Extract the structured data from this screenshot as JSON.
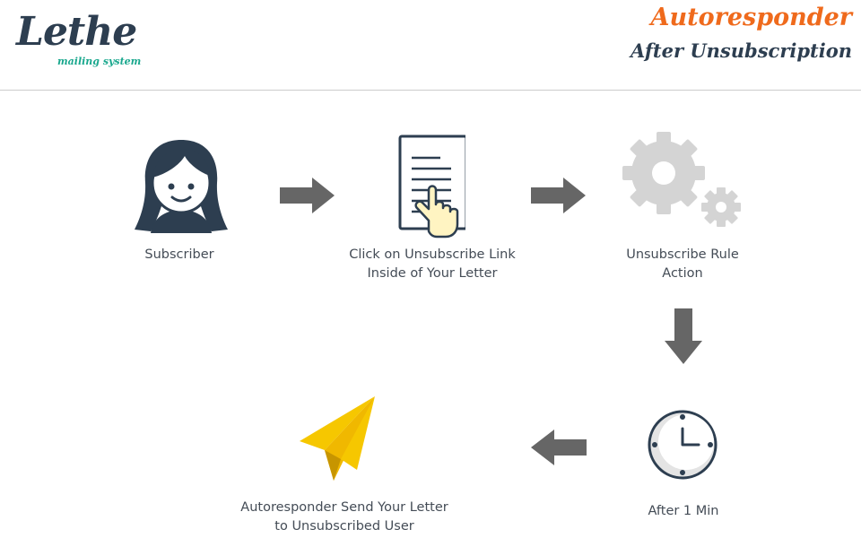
{
  "header": {
    "logo_word": "Lethe",
    "logo_tagline": "mailing system",
    "title": "Autoresponder",
    "subtitle": "After Unsubscription"
  },
  "steps": [
    {
      "icon": "subscriber-icon",
      "lines": [
        "Subscriber"
      ]
    },
    {
      "icon": "document-click-icon",
      "lines": [
        "Click on Unsubscribe Link",
        "Inside of Your Letter"
      ]
    },
    {
      "icon": "gears-icon",
      "lines": [
        "Unsubscribe Rule",
        "Action"
      ]
    },
    {
      "icon": "clock-icon",
      "lines": [
        "After 1 Min"
      ]
    },
    {
      "icon": "paper-plane-icon",
      "lines": [
        "Autoresponder Send Your Letter",
        "to Unsubscribed User"
      ]
    }
  ],
  "colors": {
    "brand_dark": "#2d3e50",
    "brand_accent": "#ef6a1c",
    "tagline_green": "#1aa88e",
    "arrow_gray": "#666666",
    "gear_gray": "#d4d4d4",
    "plane_yellow": "#f6c700"
  }
}
